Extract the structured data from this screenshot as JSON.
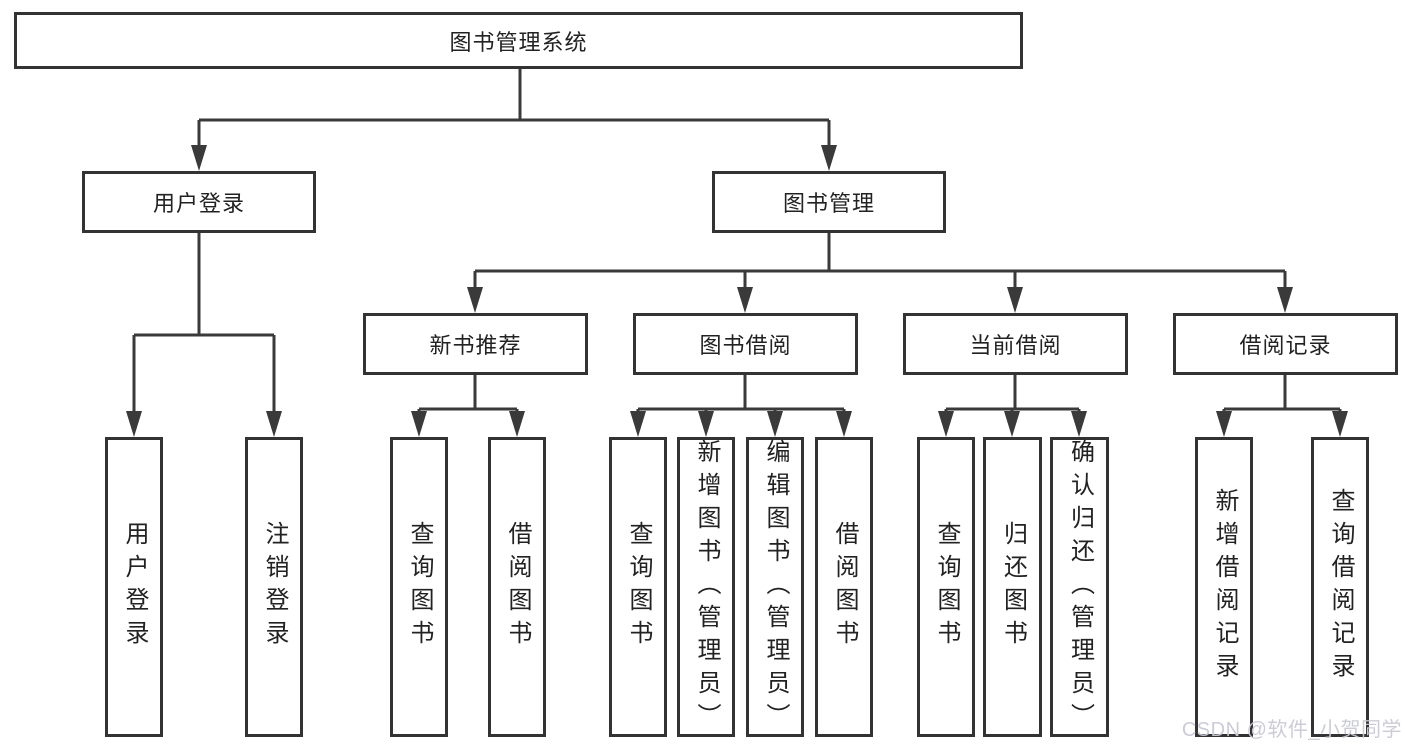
{
  "diagram": {
    "type": "hierarchy-tree",
    "nodes": {
      "root": "图书管理系统",
      "user_login": "用户登录",
      "book_mgmt": "图书管理",
      "new_book": "新书推荐",
      "book_borrow": "图书借阅",
      "current_borrow": "当前借阅",
      "borrow_record": "借阅记录",
      "leaves": {
        "user_login": [
          "用户登录",
          "注销登录"
        ],
        "new_book": [
          "查询图书",
          "借阅图书"
        ],
        "book_borrow": [
          "查询图书",
          "新增图书（管理员）",
          "编辑图书（管理员）",
          "借阅图书"
        ],
        "current_borrow": [
          "查询图书",
          "归还图书",
          "确认归还（管理员）"
        ],
        "borrow_record": [
          "新增借阅记录",
          "查询借阅记录"
        ]
      }
    },
    "edges": [
      [
        "图书管理系统",
        "用户登录"
      ],
      [
        "图书管理系统",
        "图书管理"
      ],
      [
        "用户登录",
        "用户登录"
      ],
      [
        "用户登录",
        "注销登录"
      ],
      [
        "图书管理",
        "新书推荐"
      ],
      [
        "图书管理",
        "图书借阅"
      ],
      [
        "图书管理",
        "当前借阅"
      ],
      [
        "图书管理",
        "借阅记录"
      ],
      [
        "新书推荐",
        "查询图书"
      ],
      [
        "新书推荐",
        "借阅图书"
      ],
      [
        "图书借阅",
        "查询图书"
      ],
      [
        "图书借阅",
        "新增图书（管理员）"
      ],
      [
        "图书借阅",
        "编辑图书（管理员）"
      ],
      [
        "图书借阅",
        "借阅图书"
      ],
      [
        "当前借阅",
        "查询图书"
      ],
      [
        "当前借阅",
        "归还图书"
      ],
      [
        "当前借阅",
        "确认归还（管理员）"
      ],
      [
        "借阅记录",
        "新增借阅记录"
      ],
      [
        "借阅记录",
        "查询借阅记录"
      ]
    ],
    "colors": {
      "line": "#3a3a3a",
      "box_border": "#333333",
      "box_fill": "#ffffff",
      "text": "#222222",
      "watermark_text": "#c9c9d5",
      "background": "#ffffff"
    }
  },
  "watermark": "CSDN @软件_小贺同学"
}
